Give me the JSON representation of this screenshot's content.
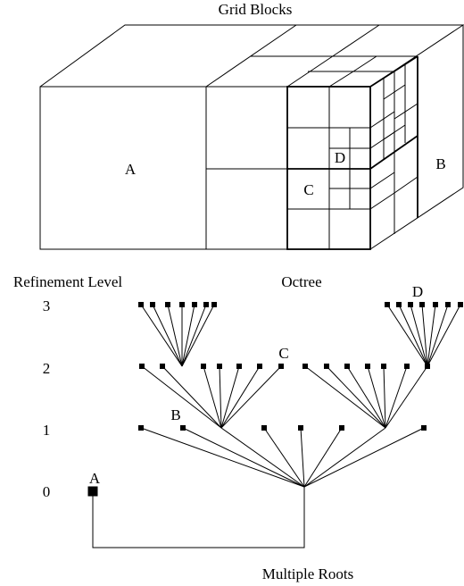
{
  "titles": {
    "grid_blocks": "Grid Blocks",
    "refinement_level": "Refinement Level",
    "octree": "Octree",
    "multiple_roots": "Multiple Roots"
  },
  "block_labels": {
    "a": "A",
    "b": "B",
    "c": "C",
    "d": "D"
  },
  "levels": [
    "3",
    "2",
    "1",
    "0"
  ],
  "tree_labels": {
    "a": "A",
    "b": "B",
    "c": "C",
    "d": "D"
  },
  "colors": {
    "line": "#000000",
    "background": "#ffffff"
  }
}
